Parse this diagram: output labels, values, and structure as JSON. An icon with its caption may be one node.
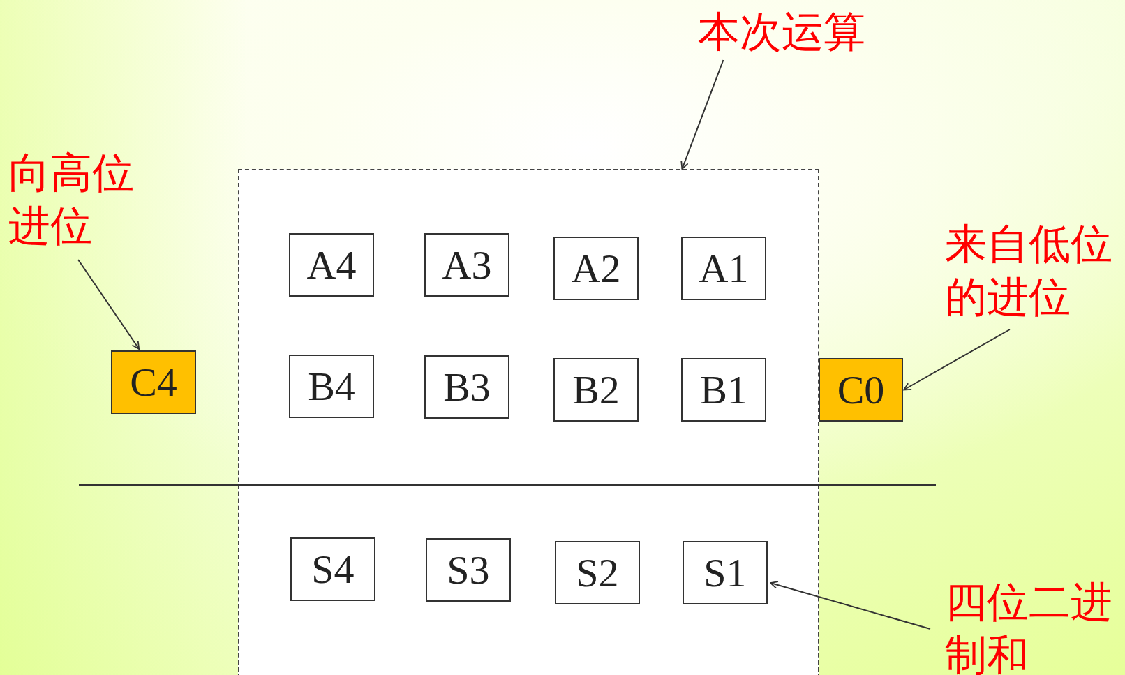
{
  "diagram": {
    "nodes": [
      {
        "text": [
          "本次运算"
        ]
      },
      {
        "text": [
          "向高位进位"
        ]
      },
      {
        "text": [],
        "shape": "box"
      },
      {
        "text": [
          "A4"
        ],
        "in": 2
      },
      {
        "text": [
          "A3"
        ],
        "in": 2
      },
      {
        "text": [
          "A2"
        ],
        "in": 2
      },
      {
        "text": [
          "A1"
        ],
        "in": 2
      },
      {
        "text": [
          "来自低位的进位"
        ]
      },
      {
        "text": [
          "C4"
        ]
      },
      {
        "text": [
          "B4"
        ],
        "in": 2
      },
      {
        "text": [
          "B3"
        ],
        "in": 2
      },
      {
        "text": [
          "B2"
        ],
        "in": 2
      },
      {
        "text": [
          "B1"
        ],
        "in": 2
      },
      {
        "text": [
          "C0"
        ]
      },
      {
        "text": [
          "S4"
        ],
        "in": 2
      },
      {
        "text": [
          "S3"
        ],
        "in": 2
      },
      {
        "text": [
          "S2"
        ],
        "in": 2
      },
      {
        "text": [
          "S1"
        ],
        "in": 2
      },
      {
        "text": [
          "四位二进制和"
        ]
      }
    ],
    "edges": [
      {
        "from": 0,
        "to": 2,
        "arrow": "to"
      },
      {
        "from": 1,
        "to": 8,
        "arrow": "to"
      },
      {
        "from": 7,
        "to": 13,
        "arrow": "to"
      },
      {
        "from": 18,
        "to": 17,
        "arrow": "to"
      }
    ]
  }
}
